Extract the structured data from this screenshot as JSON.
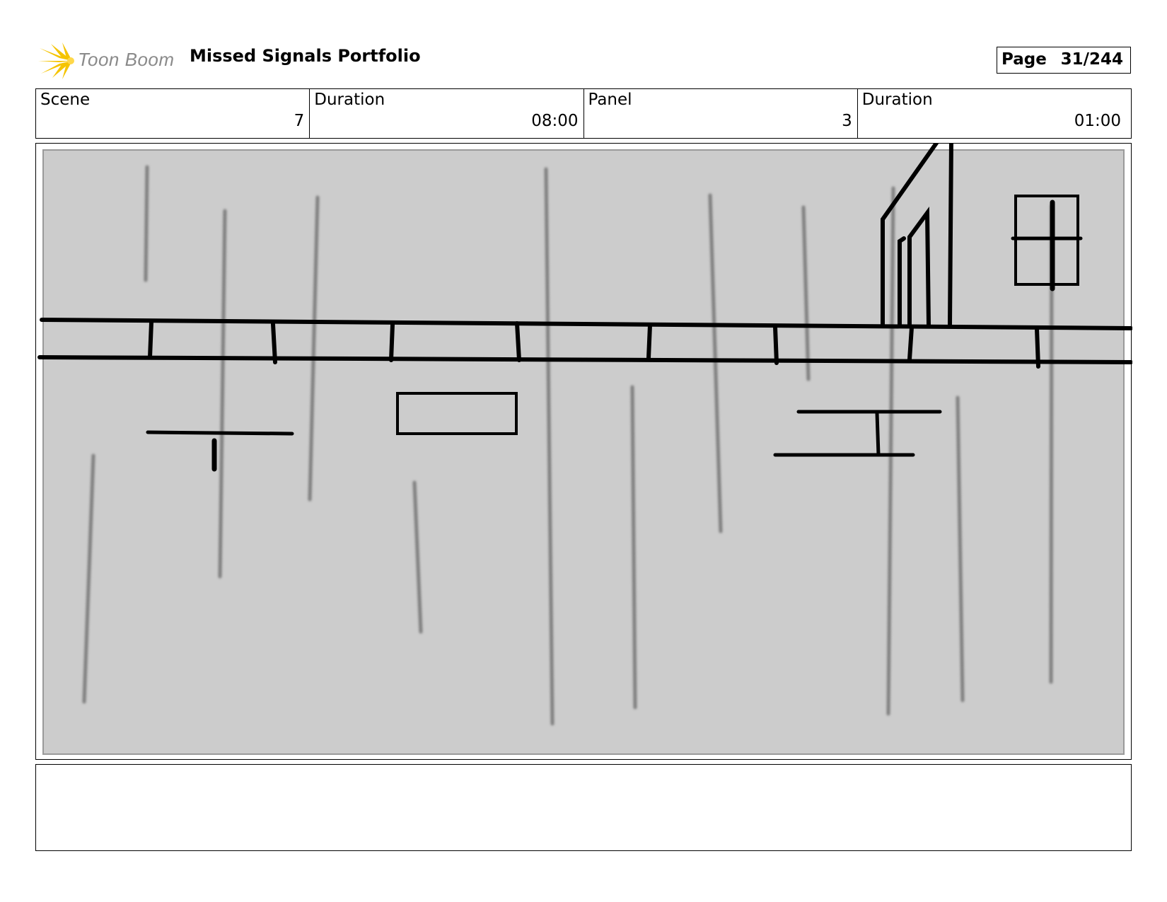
{
  "header": {
    "logo_text": "Toon Boom",
    "title": "Missed Signals Portfolio",
    "page_label": "Page",
    "page_number": "31/244"
  },
  "info": {
    "scene_label": "Scene",
    "scene_value": "7",
    "scene_duration_label": "Duration",
    "scene_duration_value": "08:00",
    "panel_label": "Panel",
    "panel_value": "3",
    "panel_duration_label": "Duration",
    "panel_duration_value": "01:00"
  },
  "colors": {
    "logo_accent": "#f5c400",
    "panel_background": "#cccccc"
  }
}
